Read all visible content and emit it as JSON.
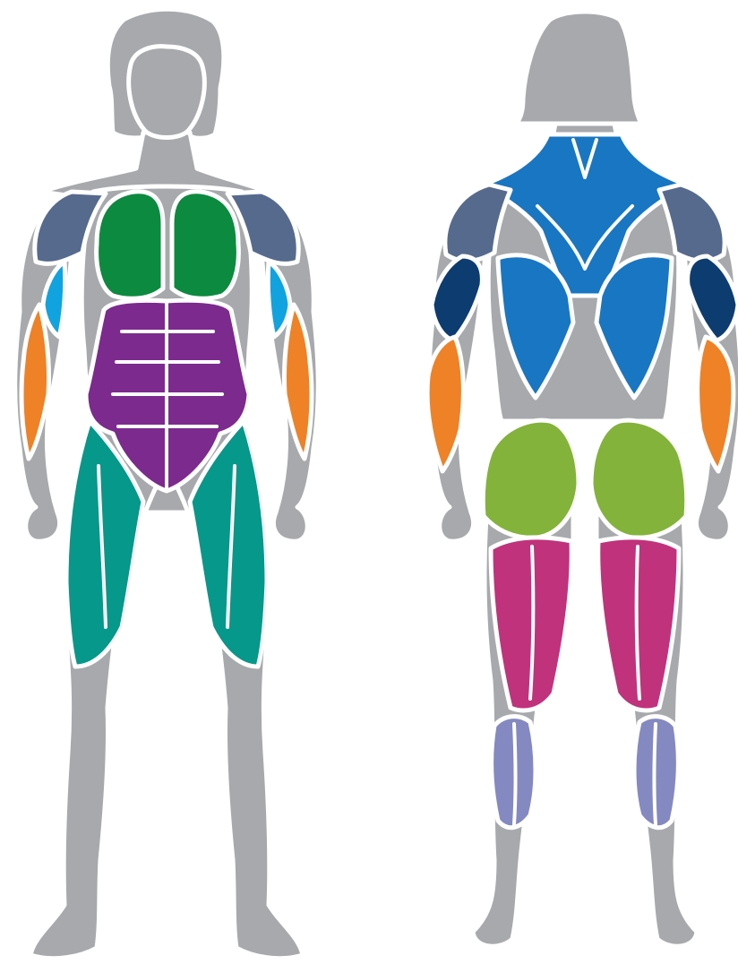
{
  "colors": {
    "body": "#a7a9ac",
    "background": "#ffffff",
    "outline": "#ffffff",
    "deltoids": "#566a8d",
    "biceps": "#11a3e0",
    "triceps": "#0d3c70",
    "forearms": "#ef8127",
    "chest": "#0c8a3f",
    "abdominals": "#7c2a8e",
    "quadriceps": "#06988a",
    "upper_back": "#1976c2",
    "glutes": "#83b33a",
    "hamstrings": "#c0327c",
    "calves": "#8489c1"
  },
  "figures": [
    {
      "view": "front",
      "muscle_groups": [
        "deltoids",
        "biceps",
        "forearms",
        "chest",
        "abdominals",
        "quadriceps"
      ]
    },
    {
      "view": "back",
      "muscle_groups": [
        "deltoids",
        "triceps",
        "forearms",
        "upper_back",
        "glutes",
        "hamstrings",
        "calves"
      ]
    }
  ]
}
